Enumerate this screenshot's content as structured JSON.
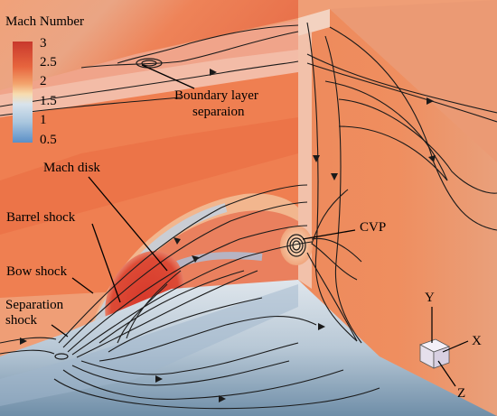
{
  "legend": {
    "title": "Mach Number",
    "ticks": [
      "3",
      "2.5",
      "2",
      "1.5",
      "1",
      "0.5"
    ],
    "colors": [
      "#c8382c",
      "#e7653e",
      "#f3a46d",
      "#f7dcae",
      "#a9c6de",
      "#5b8fc7"
    ]
  },
  "annotations": {
    "boundary_layer_line1": "Boundary layer",
    "boundary_layer_line2": "separaion",
    "mach_disk": "Mach disk",
    "barrel_shock": "Barrel shock",
    "bow_shock": "Bow shock",
    "separation_line1": "Separation",
    "separation_line2": "shock",
    "cvp": "CVP"
  },
  "axes": {
    "y": "Y",
    "x": "X",
    "z": "Z"
  },
  "colors": {
    "high_mach": "#d44a34",
    "mid_mach": "#ee7e4f",
    "low_mach": "#6f97c4",
    "wall": "#b5c7d6"
  }
}
